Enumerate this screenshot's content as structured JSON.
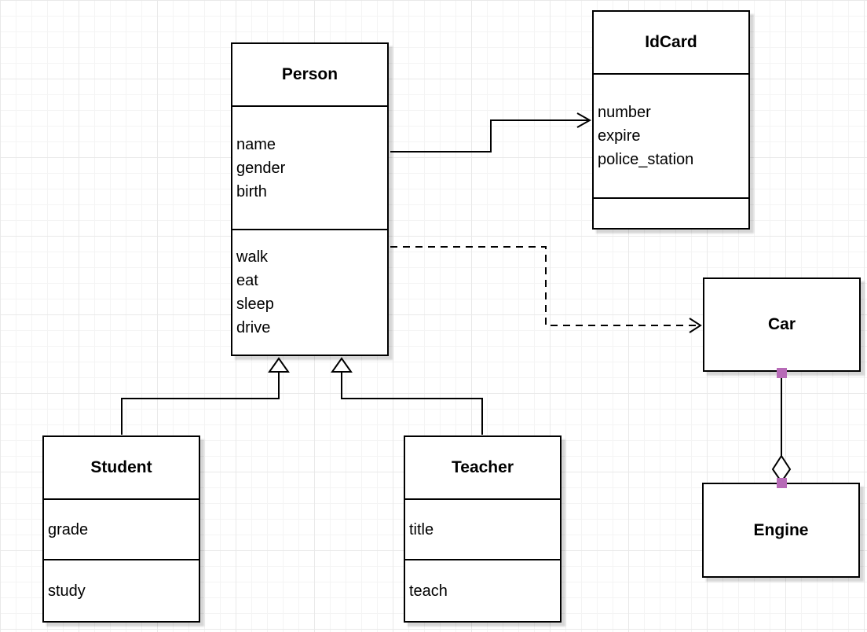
{
  "diagram_type": "UML class diagram",
  "classes": [
    {
      "name": "Person",
      "attributes": [
        "name",
        "gender",
        "birth"
      ],
      "methods": [
        "walk",
        "eat",
        "sleep",
        "drive"
      ]
    },
    {
      "name": "IdCard",
      "attributes": [
        "number",
        "expire",
        "police_station"
      ],
      "methods": []
    },
    {
      "name": "Car",
      "attributes": [],
      "methods": []
    },
    {
      "name": "Engine",
      "attributes": [],
      "methods": []
    },
    {
      "name": "Student",
      "attributes": [
        "grade"
      ],
      "methods": [
        "study"
      ]
    },
    {
      "name": "Teacher",
      "attributes": [
        "title"
      ],
      "methods": [
        "teach"
      ]
    }
  ],
  "relationships": [
    {
      "from": "Person",
      "to": "IdCard",
      "type": "association",
      "line": "solid",
      "arrow": "open-arrow"
    },
    {
      "from": "Person",
      "to": "Car",
      "type": "dependency",
      "line": "dashed",
      "arrow": "open-arrow"
    },
    {
      "from": "Student",
      "to": "Person",
      "type": "generalization",
      "line": "solid",
      "arrow": "hollow-triangle"
    },
    {
      "from": "Teacher",
      "to": "Person",
      "type": "generalization",
      "line": "solid",
      "arrow": "hollow-triangle"
    },
    {
      "from": "Car",
      "to": "Engine",
      "type": "aggregation",
      "line": "solid",
      "arrow": "hollow-diamond"
    }
  ],
  "colors": {
    "stroke": "#000000",
    "shape_fill": "#ffffff",
    "shadow": "#d9d9d9",
    "grid_minor": "#f4f4f4",
    "grid_major": "#e9e9e9",
    "connection_point": "#b76ab7"
  }
}
